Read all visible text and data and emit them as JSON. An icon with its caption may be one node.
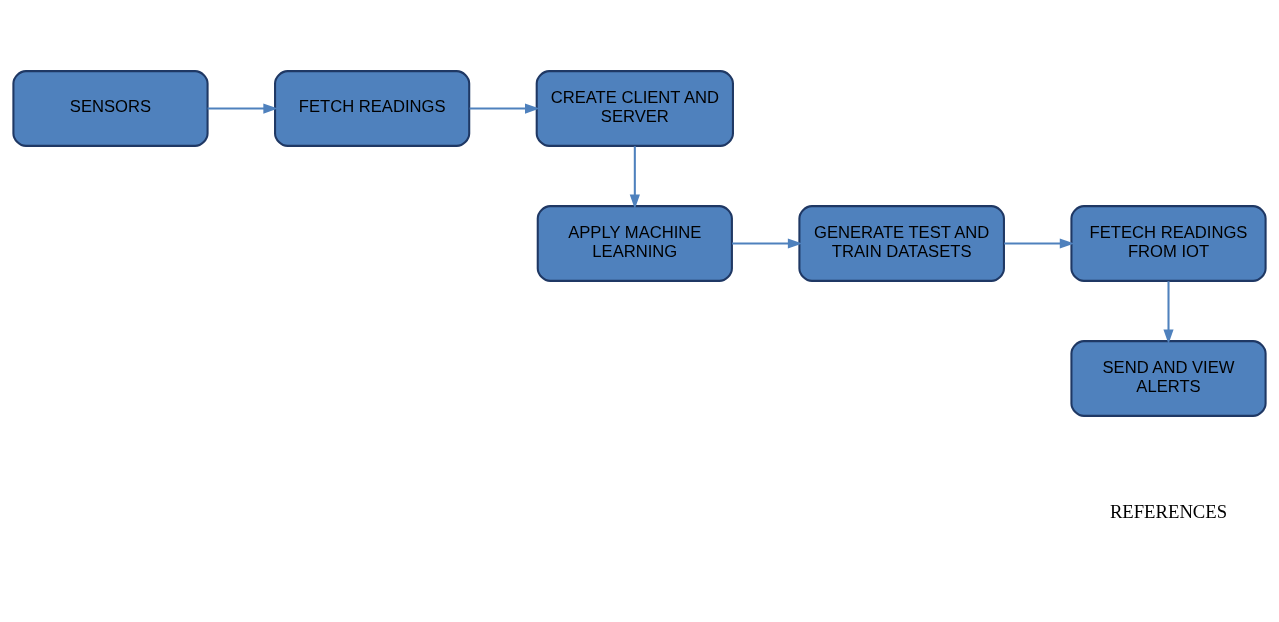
{
  "diagram": {
    "nodes": [
      {
        "text": [
          "SENSORS"
        ]
      },
      {
        "text": [
          "FETCH READINGS"
        ]
      },
      {
        "text": [
          "CREATE CLIENT AND SERVER"
        ]
      },
      {
        "text": [
          "APPLY MACHINE LEARNING"
        ]
      },
      {
        "text": [
          "GENERATE TEST AND TRAIN DATASETS"
        ]
      },
      {
        "text": [
          "FETECH READINGS FROM IOT"
        ]
      },
      {
        "text": [
          "SEND AND VIEW ALERTS"
        ]
      }
    ],
    "edges": [
      {
        "from": 0,
        "to": 1,
        "arrow": "to"
      },
      {
        "from": 1,
        "to": 2,
        "arrow": "to"
      },
      {
        "from": 2,
        "to": 3,
        "arrow": "to"
      },
      {
        "from": 3,
        "to": 4,
        "arrow": "to"
      },
      {
        "from": 4,
        "to": 5,
        "arrow": "to"
      },
      {
        "from": 5,
        "to": 6,
        "arrow": "to"
      }
    ],
    "labels": [
      "REFERENCES"
    ]
  }
}
